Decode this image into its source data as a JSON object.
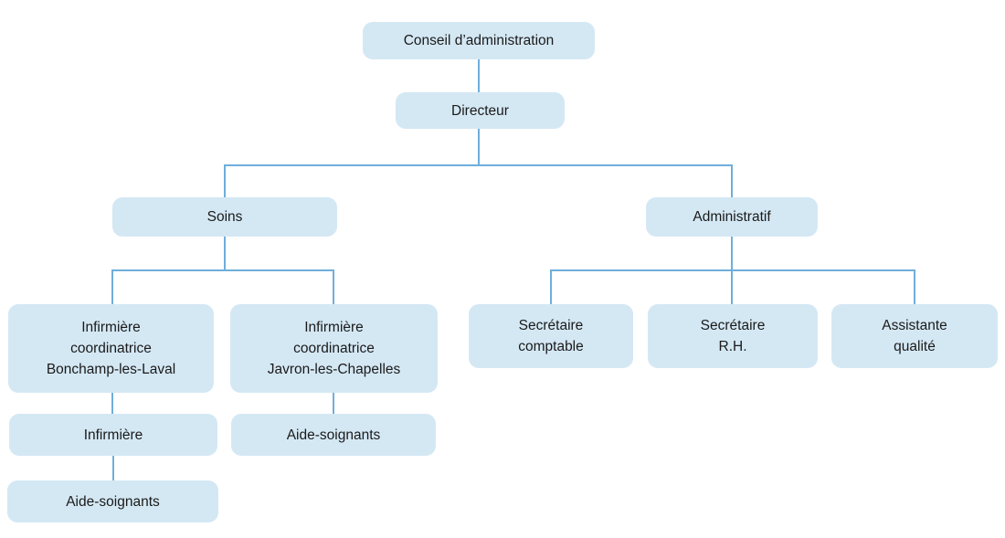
{
  "colors": {
    "background": "#FFFFFF",
    "box_fill": "#D4E8F4",
    "connector": "#6FAEDB",
    "text": "#1A1A1A"
  },
  "orgchart": {
    "type": "organization-chart",
    "nodes": {
      "conseil": {
        "label": "Conseil d’administration",
        "reports_to": null
      },
      "directeur": {
        "label": "Directeur",
        "reports_to": "conseil"
      },
      "soins": {
        "label": "Soins",
        "reports_to": "directeur"
      },
      "administratif": {
        "label": "Administratif",
        "reports_to": "directeur"
      },
      "inf_coord_bonchamp": {
        "lines": [
          "Infirmière",
          "coordinatrice",
          "Bonchamp-les-Laval"
        ],
        "reports_to": "soins"
      },
      "inf_coord_javron": {
        "lines": [
          "Infirmière",
          "coordinatrice",
          "Javron-les-Chapelles"
        ],
        "reports_to": "soins"
      },
      "secretaire_comptable": {
        "lines": [
          "Secrétaire",
          "comptable"
        ],
        "reports_to": "administratif"
      },
      "secretaire_rh": {
        "lines": [
          "Secrétaire",
          "R.H."
        ],
        "reports_to": "administratif"
      },
      "assistante_qualite": {
        "lines": [
          "Assistante",
          "qualité"
        ],
        "reports_to": "administratif"
      },
      "infirmiere": {
        "label": "Infirmière",
        "reports_to": "inf_coord_bonchamp"
      },
      "aide_soignants_bonchamp": {
        "label": "Aide-soignants",
        "reports_to": "infirmiere"
      },
      "aide_soignants_javron": {
        "label": "Aide-soignants",
        "reports_to": "inf_coord_javron"
      }
    }
  }
}
